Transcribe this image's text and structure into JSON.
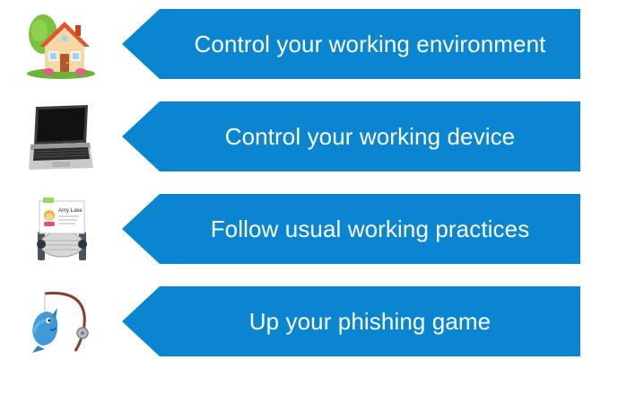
{
  "colors": {
    "banner": "#0a86d0",
    "text": "#ffffff"
  },
  "items": [
    {
      "label": "Control your working environment",
      "icon": "house-icon"
    },
    {
      "label": "Control your working device",
      "icon": "laptop-icon"
    },
    {
      "label": "Follow usual working practices",
      "icon": "rolodex-card-icon",
      "card_name": "Amy Lake"
    },
    {
      "label": "Up your phishing game",
      "icon": "fishing-hook-fish-icon"
    }
  ]
}
